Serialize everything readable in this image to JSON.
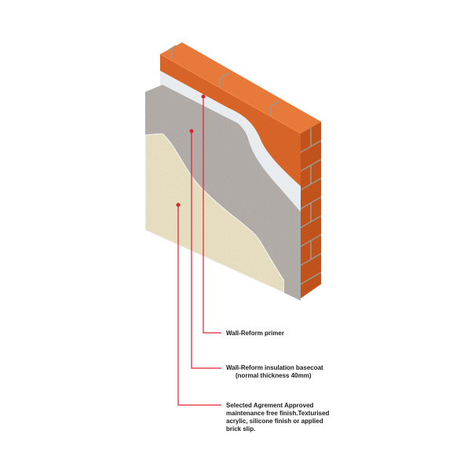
{
  "colors": {
    "brick": "#e0682a",
    "brick_top": "#e77a3a",
    "brick_side": "#c8561f",
    "mortar": "#9a9a92",
    "primer": "#e9ecef",
    "basecoat": "#b8b2ae",
    "finish": "#efe6c8",
    "callout": "#e0202a"
  },
  "callouts": [
    {
      "lines": [
        "Wall-Reform primer"
      ]
    },
    {
      "lines": [
        "Wall-Reform insulation basecoat",
        "(normal thickness 40mm)"
      ]
    },
    {
      "lines": [
        "Selected Agrement Approved",
        "maintenance free finish.Texturised",
        "acrylic, silicone finish or applied",
        "brick slip."
      ]
    }
  ]
}
